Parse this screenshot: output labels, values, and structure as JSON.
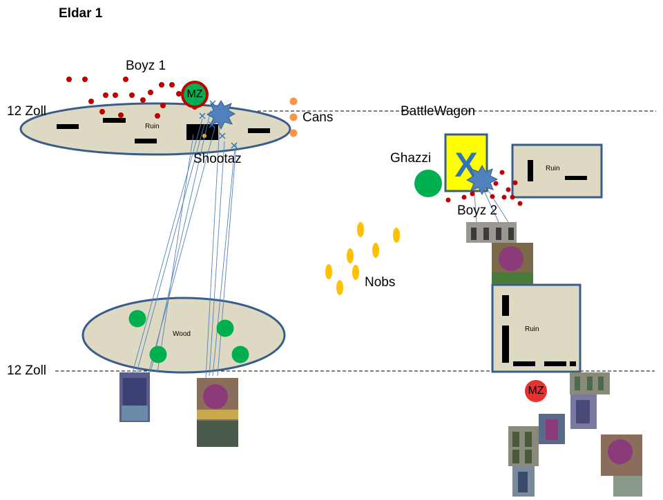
{
  "title": "Eldar 1",
  "labels": {
    "boyz1": "Boyz 1",
    "boyz2": "Boyz 2",
    "cans": "Cans",
    "shootaz": "Shootaz",
    "battlewagon": "BattleWagon",
    "ghazzi": "Ghazzi",
    "nobs": "Nobs",
    "zone_top": "12 Zoll",
    "zone_bottom": "12 Zoll"
  },
  "terrain": {
    "ruin_left": "Ruin",
    "ruin_right_top": "Ruin",
    "ruin_right_bottom": "Ruin",
    "wood": "Wood"
  },
  "markers": {
    "mz_top": "MZ",
    "mz_bottom": "MZ",
    "battlewagon_mark": "X"
  },
  "colors": {
    "terrain_fill": "#ddd9c3",
    "terrain_border": "#385d8a",
    "ork_boyz": "#c00000",
    "eldar": "#00b050",
    "nobs": "#ffc000",
    "cans": "#f79646",
    "battlewagon": "#ffff00",
    "blast": "#4f81bd",
    "line": "#4f81bd"
  }
}
